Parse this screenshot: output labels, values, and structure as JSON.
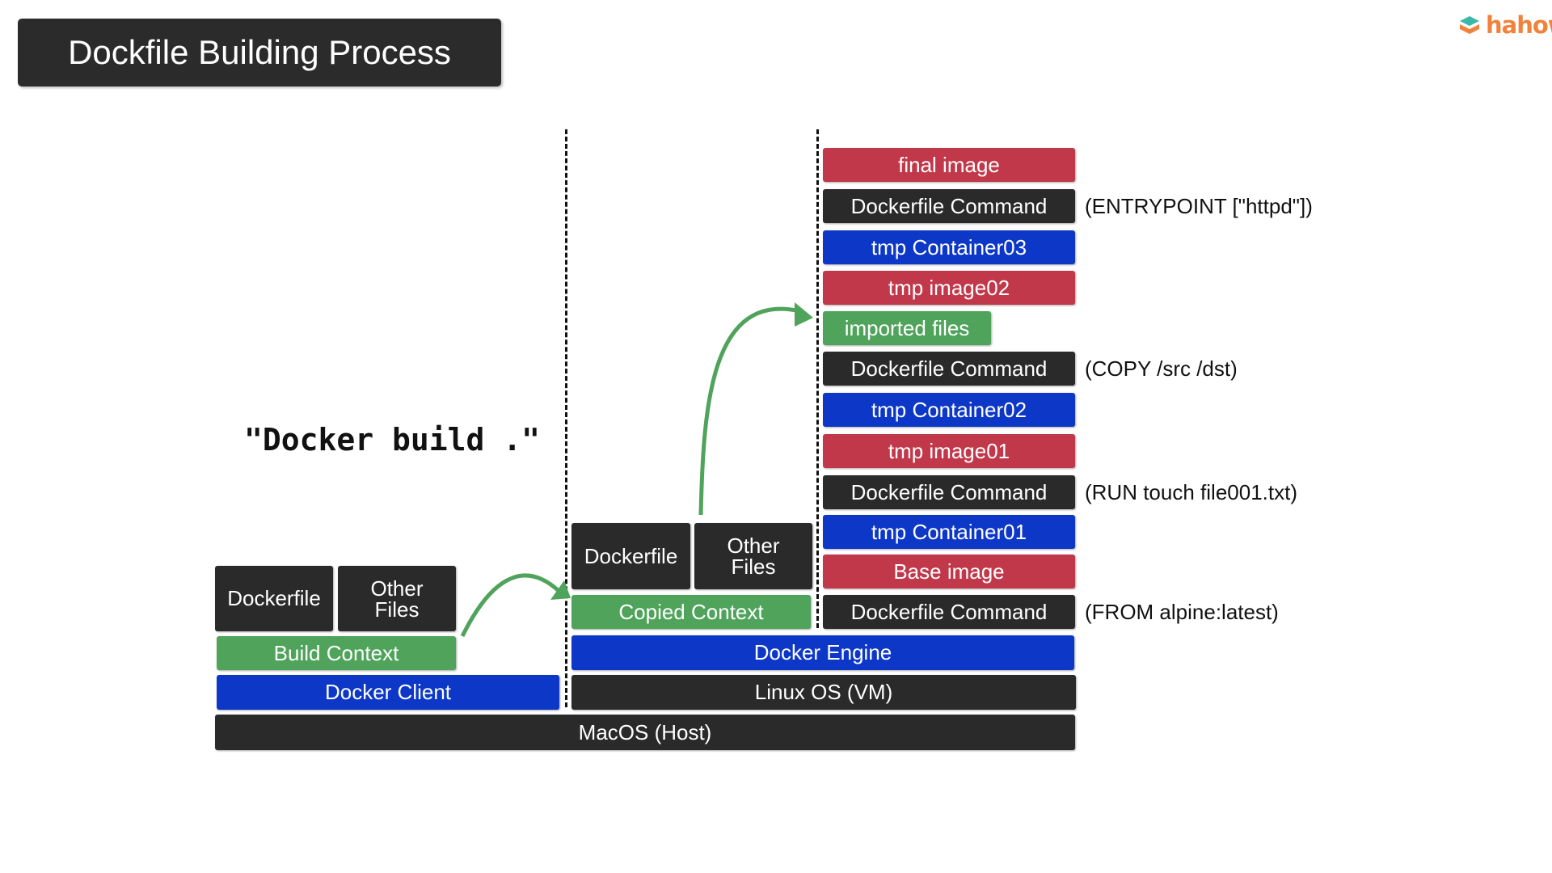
{
  "title": "Dockfile Building Process",
  "logo_text": "hahow",
  "command": "\"Docker build .\"",
  "colors": {
    "dark": "#2a2a2a",
    "green": "#4fa35b",
    "blue": "#0d38c7",
    "red": "#c2384b",
    "arrow": "#4fa35b"
  },
  "host": {
    "macos": "MacOS (Host)",
    "docker_client": "Docker Client",
    "build_context": "Build Context",
    "dockerfile": "Dockerfile",
    "other_files_1": "Other",
    "other_files_2": "Files"
  },
  "vm": {
    "linux": "Linux OS (VM)",
    "docker_engine": "Docker Engine",
    "copied_context": "Copied Context",
    "dockerfile": "Dockerfile",
    "other_files_1": "Other",
    "other_files_2": "Files"
  },
  "stack": {
    "final_image": "final image",
    "cmd4": "Dockerfile Command",
    "tmp_container03": "tmp Container03",
    "tmp_image02": "tmp image02",
    "imported_files": "imported files",
    "cmd3": "Dockerfile Command",
    "tmp_container02": "tmp Container02",
    "tmp_image01": "tmp image01",
    "cmd2": "Dockerfile Command",
    "tmp_container01": "tmp Container01",
    "base_image": "Base image",
    "cmd1": "Dockerfile Command"
  },
  "notes": {
    "entrypoint": "(ENTRYPOINT [\"httpd\"])",
    "copy": "(COPY /src /dst)",
    "run": "(RUN touch file001.txt)",
    "from": "(FROM alpine:latest)"
  }
}
